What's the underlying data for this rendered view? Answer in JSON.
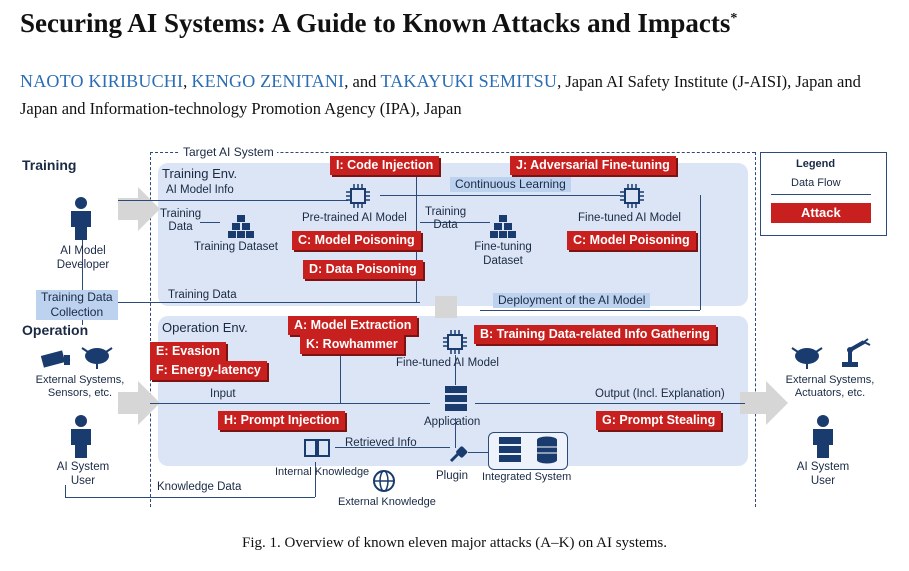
{
  "paper": {
    "title": "Securing AI Systems: A Guide to Known Attacks and Impacts",
    "title_mark": "*",
    "author1": "NAOTO KIRIBUCHI",
    "sep1": ", ",
    "author2": "KENGO ZENITANI",
    "sep2": ", and ",
    "author3": "TAKAYUKI SEMITSU",
    "affiliation": ", Japan AI Safety Institute (J-AISI), Japan and Japan and Information-technology Promotion Agency (IPA), Japan",
    "caption": "Fig. 1.  Overview of known eleven major attacks (A–K) on AI systems."
  },
  "figure": {
    "target_system": "Target AI System",
    "training": "Training",
    "operation": "Operation",
    "training_env": "Training Env.",
    "operation_env": "Operation Env.",
    "ai_model_info": "AI Model Info",
    "training_data_1": "Training\nData",
    "training_dataset": "Training Dataset",
    "pretrained_model": "Pre-trained AI Model",
    "training_data_2": "Training\nData",
    "finetuning_dataset": "Fine-tuning\nDataset",
    "finetuned_model": "Fine-tuned AI Model",
    "continuous_learning": "Continuous Learning",
    "training_data_bottom": "Training Data",
    "deployment": "Deployment of the AI Model",
    "ai_model_developer": "AI Model\nDeveloper",
    "training_data_collection": "Training Data\nCollection",
    "external_systems_in": "External Systems,\nSensors, etc.",
    "ai_system_user": "AI System\nUser",
    "input": "Input",
    "finetuned_model_op": "Fine-tuned AI Model",
    "application": "Application",
    "output": "Output (Incl. Explanation)",
    "retrieved_info": "Retrieved Info",
    "internal_knowledge": "Internal Knowledge",
    "external_knowledge": "External Knowledge",
    "plugin": "Plugin",
    "integrated_system": "Integrated System",
    "knowledge_data": "Knowledge Data",
    "external_systems_out": "External Systems,\nActuators, etc.",
    "ai_system_user_out": "AI System\nUser",
    "legend_title": "Legend",
    "legend_flow": "Data Flow",
    "legend_attack": "Attack"
  },
  "attacks": {
    "i": "I: Code Injection",
    "j": "J: Adversarial Fine-tuning",
    "c1": "C: Model Poisoning",
    "d": "D: Data Poisoning",
    "c2": "C: Model Poisoning",
    "a": "A: Model Extraction",
    "k": "K: Rowhammer",
    "b": "B: Training Data-related Info Gathering",
    "e": "E: Evasion",
    "f": "F: Energy-latency",
    "h": "H: Prompt Injection",
    "g": "G: Prompt Stealing"
  },
  "colors": {
    "attack": "#c8201e",
    "panel": "#dbe5f5",
    "label": "#bcd2ef",
    "author": "#2a6db5"
  }
}
